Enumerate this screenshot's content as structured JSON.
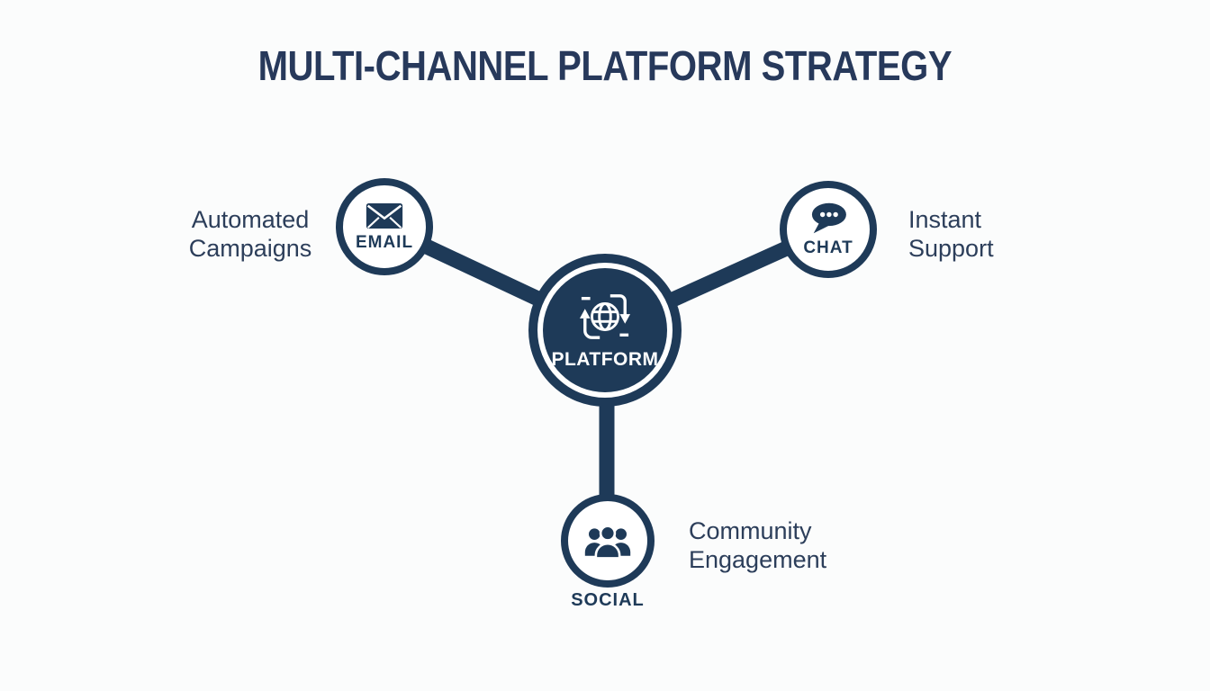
{
  "title": "MULTI-CHANNEL PLATFORM STRATEGY",
  "colors": {
    "navy": "#1e3a58",
    "title_text": "#27395b",
    "label_text": "#2c3e5a",
    "background": "#fbfcfc",
    "white": "#ffffff"
  },
  "center_node": {
    "label": "PLATFORM",
    "icon": "globe-sync-icon"
  },
  "channels": [
    {
      "id": "email",
      "label": "EMAIL",
      "icon": "envelope-icon",
      "description": "Automated Campaigns",
      "position": "upper-left"
    },
    {
      "id": "chat",
      "label": "CHAT",
      "icon": "chat-bubble-icon",
      "description": "Instant Support",
      "position": "upper-right"
    },
    {
      "id": "social",
      "label": "SOCIAL",
      "icon": "people-group-icon",
      "description": "Community Engagement",
      "position": "bottom"
    }
  ]
}
